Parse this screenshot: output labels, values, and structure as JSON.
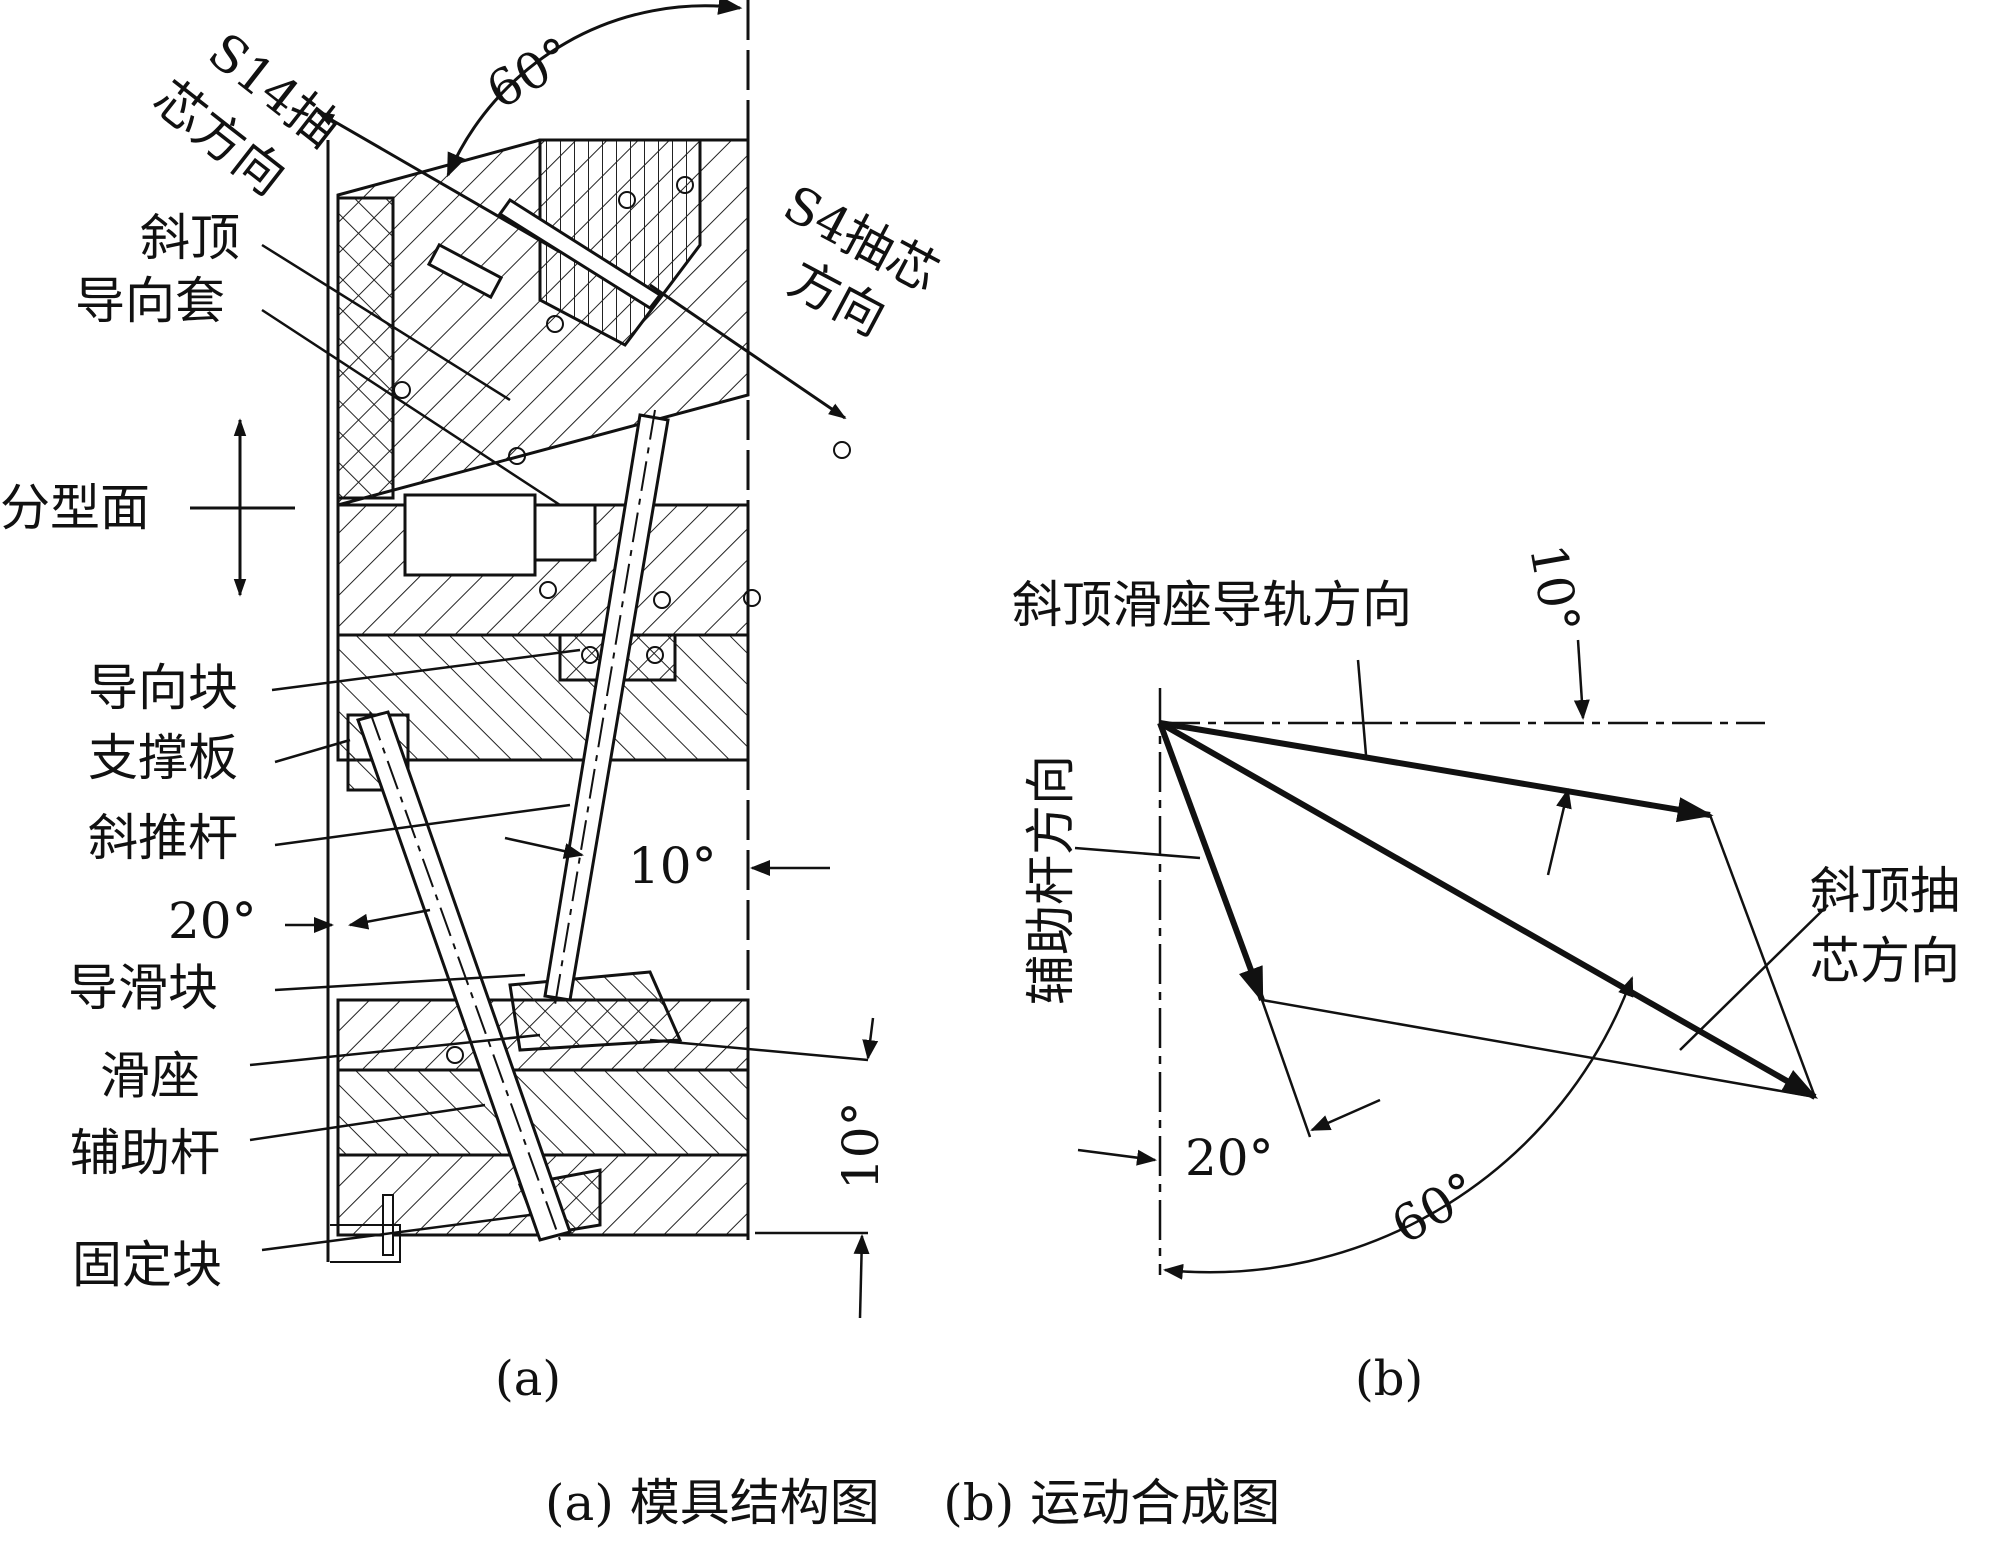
{
  "figure": {
    "caption": "(a) 模具结构图    (b) 运动合成图",
    "a": {
      "sublabel": "(a)",
      "labels": {
        "s14": "S14抽",
        "s14_2": "芯方向",
        "s4": "S4抽芯",
        "s4_2": "方向",
        "xieding": "斜顶",
        "daoxiangtao": "导向套",
        "fenxingmian": "分型面",
        "daoxiangkuai": "导向块",
        "zhichengban": "支撑板",
        "xietuigan": "斜推杆",
        "daohuakuai": "导滑块",
        "huazuo": "滑座",
        "fuzhugan": "辅助杆",
        "gudingkuai": "固定块"
      },
      "angles": {
        "a60": "60°",
        "a10_mid": "10°",
        "a20": "20°",
        "a10_low": "10°"
      }
    },
    "b": {
      "sublabel": "(b)",
      "labels": {
        "rail": "斜顶滑座导轨方向",
        "aux": "辅助杆方向",
        "core": "斜顶抽",
        "core_2": "芯方向"
      },
      "angles": {
        "a10": "10°",
        "a20": "20°",
        "a60": "60°"
      }
    }
  }
}
